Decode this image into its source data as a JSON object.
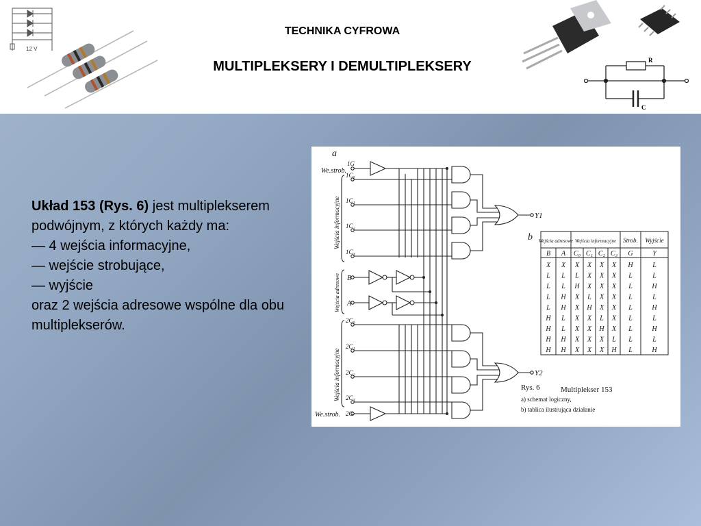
{
  "header": {
    "title": "TECHNIKA CYFROWA",
    "subtitle": "MULTIPLEKSERY I DEMULTIPLEKSERY",
    "left_photo_label": "12 V",
    "right_schematic_labels": {
      "r": "R",
      "c": "C"
    }
  },
  "body_text": {
    "lead_bold": "Układ 153 (Rys. 6)",
    "lead_rest": " jest multiplekserem podwójnym, z których każdy ma:",
    "items": [
      "— 4 wejścia informacyjne,",
      "— wejście strobujące,",
      "— wyjście"
    ],
    "closing": "oraz 2 wejścia adresowe wspólne dla obu multiplekserów."
  },
  "figure": {
    "part_a": "a",
    "part_b": "b",
    "side_labels": {
      "strobe_top": "We.strob.",
      "info_top": "Wejścia informacyjne",
      "address": "Wejścia adresowe",
      "info_bottom": "Wejścia informacyjne",
      "strobe_bottom": "We.strob."
    },
    "pins": {
      "g1": "1G",
      "c10": "1C₀",
      "c11": "1C₁",
      "c12": "1C₂",
      "c13": "1C₃",
      "b": "B",
      "a": "A",
      "c20": "2C₀",
      "c21": "2C₁",
      "c22": "2C₂",
      "c23": "2C₃",
      "g2": "2G"
    },
    "outputs": {
      "y1": "Y1",
      "y2": "Y2"
    },
    "caption": {
      "number": "Rys. 6",
      "title": "Multiplekser 153",
      "line_a": "a) schemat logiczny,",
      "line_b": "b) tablica ilustrująca działanie"
    },
    "truth_table": {
      "group_headers": [
        "Wejścia adresowe",
        "Wejścia informacyjne",
        "Strob.",
        "Wyjście"
      ],
      "columns": [
        "B",
        "A",
        "C₀",
        "C₁",
        "C₂",
        "C₃",
        "G",
        "Y"
      ],
      "rows": [
        [
          "X",
          "X",
          "X",
          "X",
          "X",
          "X",
          "H",
          "L"
        ],
        [
          "L",
          "L",
          "L",
          "X",
          "X",
          "X",
          "L",
          "L"
        ],
        [
          "L",
          "L",
          "H",
          "X",
          "X",
          "X",
          "L",
          "H"
        ],
        [
          "L",
          "H",
          "X",
          "L",
          "X",
          "X",
          "L",
          "L"
        ],
        [
          "L",
          "H",
          "X",
          "H",
          "X",
          "X",
          "L",
          "H"
        ],
        [
          "H",
          "L",
          "X",
          "X",
          "L",
          "X",
          "L",
          "L"
        ],
        [
          "H",
          "L",
          "X",
          "X",
          "H",
          "X",
          "L",
          "H"
        ],
        [
          "H",
          "H",
          "X",
          "X",
          "X",
          "L",
          "L",
          "L"
        ],
        [
          "H",
          "H",
          "X",
          "X",
          "X",
          "H",
          "L",
          "H"
        ]
      ]
    }
  }
}
